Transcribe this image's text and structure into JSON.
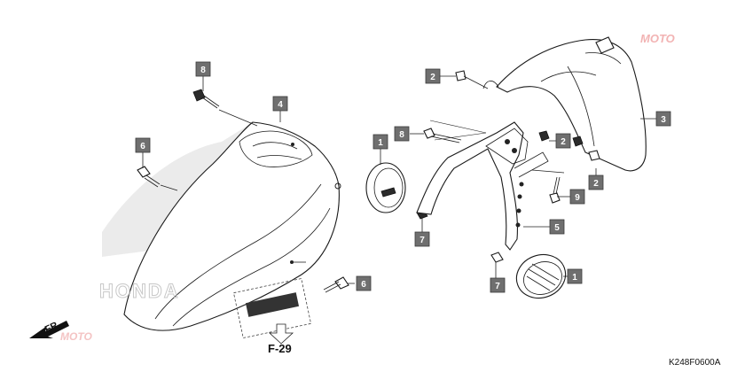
{
  "callouts": [
    {
      "id": "c8a",
      "num": "8"
    },
    {
      "id": "c4",
      "num": "4"
    },
    {
      "id": "c6a",
      "num": "6"
    },
    {
      "id": "c1a",
      "num": "1"
    },
    {
      "id": "c8b",
      "num": "8"
    },
    {
      "id": "c2a",
      "num": "2"
    },
    {
      "id": "c2b",
      "num": "2"
    },
    {
      "id": "c3",
      "num": "3"
    },
    {
      "id": "c2c",
      "num": "2"
    },
    {
      "id": "c9",
      "num": "9"
    },
    {
      "id": "c7a",
      "num": "7"
    },
    {
      "id": "c5",
      "num": "5"
    },
    {
      "id": "c1b",
      "num": "1"
    },
    {
      "id": "c7b",
      "num": "7"
    },
    {
      "id": "c6b",
      "num": "6"
    }
  ],
  "direction_label": "FR.",
  "reference_label": "F-29",
  "diagram_code": "K248F0600A",
  "watermark": "MOTO",
  "emblem_text": "HONDA"
}
